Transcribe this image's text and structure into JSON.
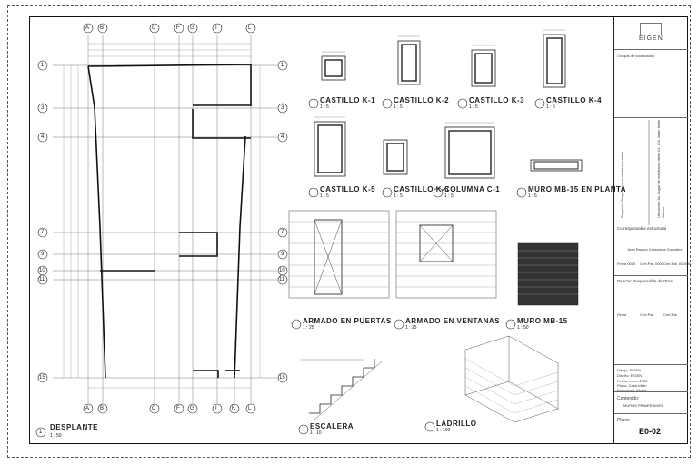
{
  "plan": {
    "title": "DESPLANTE",
    "scale": "1 : 50",
    "number": "1"
  },
  "axes_top": [
    "A",
    "B",
    "C",
    "F",
    "G",
    "I",
    "L"
  ],
  "axes_bottom": [
    "A",
    "B",
    "C",
    "F",
    "G",
    "I",
    "K",
    "L"
  ],
  "axes_rows": [
    "1",
    "3",
    "4",
    "7",
    "9",
    "10",
    "11",
    "15"
  ],
  "castillos": [
    {
      "name": "CASTILLO K-1",
      "scale": "1 : 5"
    },
    {
      "name": "CASTILLO K-2",
      "scale": "1 : 5"
    },
    {
      "name": "CASTILLO K-3",
      "scale": "1 : 5"
    },
    {
      "name": "CASTILLO K-4",
      "scale": "1 : 5"
    },
    {
      "name": "CASTILLO K-5",
      "scale": "1 : 5"
    },
    {
      "name": "CASTILLO K-6",
      "scale": "1 : 5"
    },
    {
      "name": "COLUMNA C-1",
      "scale": "1 : 5"
    },
    {
      "name": "MURO MB-15 EN PLANTA",
      "scale": "1 : 5"
    }
  ],
  "details": [
    {
      "name": "ARMADO EN PUERTAS",
      "scale": "1 : 25"
    },
    {
      "name": "ARMADO EN VENTANAS",
      "scale": "1 : 25"
    },
    {
      "name": "MURO MB-15",
      "scale": "1 : 50"
    },
    {
      "name": "ESCALERA",
      "scale": "1 : 10"
    },
    {
      "name": "LADRILLO",
      "scale": "1 : 100"
    }
  ],
  "titleblock": {
    "logo": "EIGEN",
    "croquis": "Croquis de localización",
    "proyecto": "Proyecto: Proyecto casa habitación Ixtlan",
    "ubicacion": "Ubicación: Av. Lugar de residencia Ixtlán #1, Col. Ixtlán Ixtlán Jalisco",
    "corresponsable": "Corresponsable estructural",
    "corresponsable_name": "Juan Ramón Camarena González",
    "firmas": [
      "Firma 0000",
      "Cert.Pat. 0000",
      "Cert.Pat. 000000"
    ],
    "director": "Director Responsable de Obra",
    "firmas2": [
      "Firma",
      "Cert.Pat.",
      "Cert.Pat."
    ],
    "dibujo": "Dibujo: EIGEN",
    "diseno": "Diseño: EIGEN",
    "fecha": "Fecha: enero 2022",
    "plano1": "Plano: Casa Ixtlán",
    "plano2": "Estructural, Muros",
    "contenido_lbl": "Contenido:",
    "contenido": "MUROS PRIMER NIVEL",
    "plano_lbl": "Plano:",
    "plano_num": "E0-02"
  }
}
